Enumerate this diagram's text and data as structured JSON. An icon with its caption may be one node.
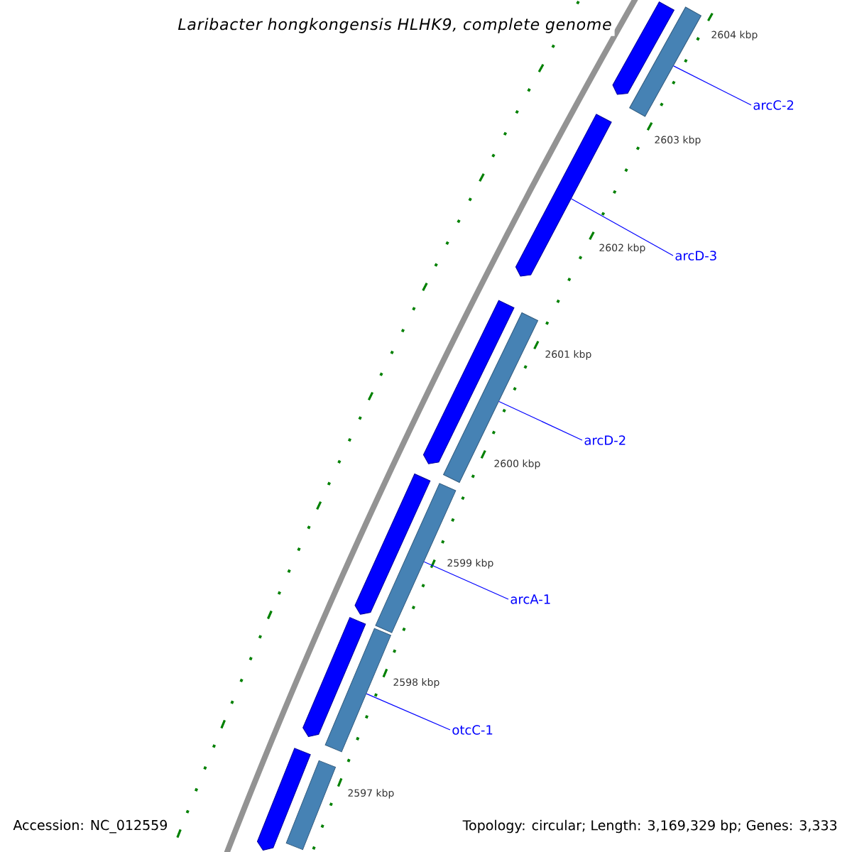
{
  "diagram": {
    "title": "Laribacter hongkongensis HLHK9, complete genome",
    "nodes": [
      {
        "text": [
          "arcC-2"
        ]
      },
      {
        "text": [
          "arcD-3"
        ]
      },
      {
        "text": [
          "arcD-2"
        ]
      },
      {
        "text": [
          "arcA-1"
        ]
      },
      {
        "text": [
          "otcC-1"
        ]
      },
      {
        "text": [],
        "shape": "arrow"
      },
      {
        "text": [],
        "shape": "bar"
      },
      {
        "text": [],
        "shape": "arrow"
      },
      {
        "text": [],
        "shape": "arrow"
      },
      {
        "text": [],
        "shape": "bar"
      },
      {
        "text": [],
        "shape": "arrow"
      },
      {
        "text": [],
        "shape": "bar"
      },
      {
        "text": [],
        "shape": "arrow"
      },
      {
        "text": [],
        "shape": "bar"
      },
      {
        "text": [],
        "shape": "arrow"
      },
      {
        "text": [],
        "shape": "bar"
      }
    ],
    "edges": [
      {
        "from": 0,
        "to": 6,
        "arrow": "none"
      },
      {
        "from": 1,
        "to": 7,
        "arrow": "none"
      },
      {
        "from": 2,
        "to": 9,
        "arrow": "none"
      },
      {
        "from": 3,
        "to": 11,
        "arrow": "none"
      },
      {
        "from": 4,
        "to": 13,
        "arrow": "none"
      }
    ],
    "labels": [
      "2604 kbp",
      "2603 kbp",
      "2602 kbp",
      "2601 kbp",
      "2600 kbp",
      "2599 kbp",
      "2598 kbp",
      "2597 kbp",
      "Accession: NC_012559",
      "Topology: circular; Length: 3,169,329 bp; Genes: 3,333"
    ]
  }
}
